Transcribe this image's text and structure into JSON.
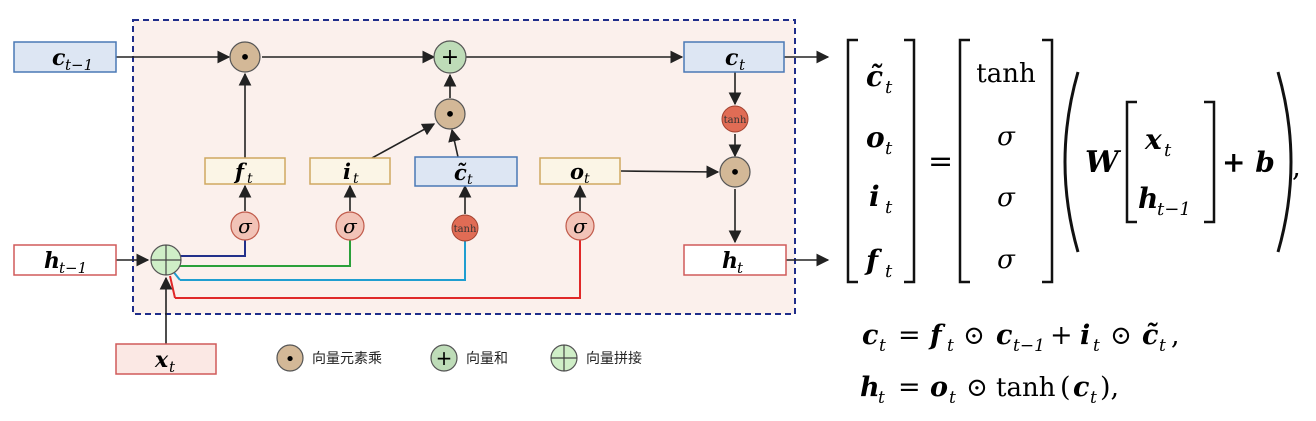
{
  "colors": {
    "panel_fill": "#fbf0ec",
    "panel_border": "#1f2d8a",
    "blue_box_fill": "#dde6f3",
    "blue_box_stroke": "#4a78b5",
    "gate_box_fill": "#fbf5e6",
    "gate_box_stroke": "#d0a860",
    "red_box_stroke": "#d05a5a",
    "mult_node": "#d3b897",
    "add_node": "#bedcb8",
    "concat_node": "#cfeec7",
    "sigma_node": "#f2c3b7",
    "tanh_node": "#e06c55",
    "wire_blue": "#22308a",
    "wire_green": "#2aa03a",
    "wire_cyan": "#1f9ed0",
    "wire_red": "#e02828"
  },
  "boxes": {
    "c_prev": {
      "base": "c",
      "sub": "t−1"
    },
    "h_prev": {
      "base": "h",
      "sub": "t−1"
    },
    "x_t": {
      "base": "x",
      "sub": "t"
    },
    "c_t": {
      "base": "c",
      "sub": "t"
    },
    "h_t": {
      "base": "h",
      "sub": "t"
    },
    "f_t": {
      "base": "f",
      "sub": "t"
    },
    "i_t": {
      "base": "i",
      "sub": "t"
    },
    "ctilde_t": {
      "base": "c̃",
      "sub": "t"
    },
    "o_t": {
      "base": "o",
      "sub": "t"
    }
  },
  "nodes": {
    "mult_symbol": "•",
    "add_symbol": "+",
    "sigma_symbol": "σ",
    "tanh_label": "tanh"
  },
  "legend": [
    {
      "icon": "mult-node",
      "label": "向量元素乘"
    },
    {
      "icon": "add-node",
      "label": "向量和"
    },
    {
      "icon": "concat-node",
      "label": "向量拼接"
    }
  ],
  "equations": {
    "lhs_vector": [
      {
        "base": "c̃",
        "sub": "t"
      },
      {
        "base": "o",
        "sub": "t"
      },
      {
        "base": "i",
        "sub": "t"
      },
      {
        "base": "f",
        "sub": "t"
      }
    ],
    "equals": "=",
    "act_vector": [
      "tanh",
      "σ",
      "σ",
      "σ"
    ],
    "weight": "W",
    "input_vector": [
      {
        "base": "x",
        "sub": "t"
      },
      {
        "base": "h",
        "sub": "t−1"
      }
    ],
    "plus_b": "+ b",
    "trailing_comma": ",",
    "cell_eq": {
      "c1": "c",
      "c1_sub": "t",
      "eq": "=",
      "f": "f",
      "f_sub": "t",
      "odot1": "⊙",
      "c2": "c",
      "c2_sub": "t−1",
      "plus": "+",
      "i": "i",
      "i_sub": "t",
      "odot2": "⊙",
      "ct": "c̃",
      "ct_sub": "t",
      "end": ","
    },
    "hidden_eq": {
      "h": "h",
      "h_sub": "t",
      "eq": "=",
      "o": "o",
      "o_sub": "t",
      "odot": "⊙",
      "tanh": "tanh",
      "open": "(",
      "c": "c",
      "c_sub": "t",
      "close": "),"
    }
  }
}
